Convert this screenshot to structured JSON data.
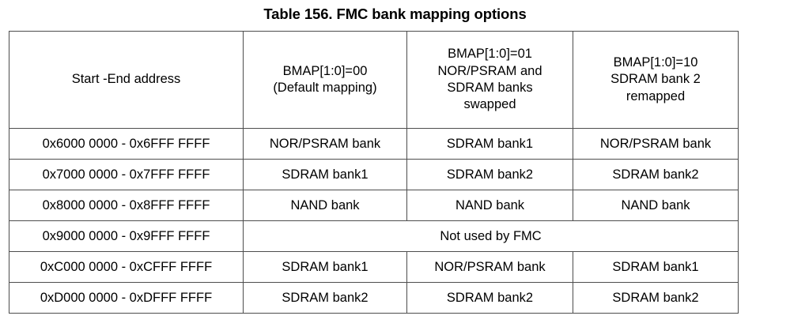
{
  "title": "Table 156. FMC bank mapping options",
  "table": {
    "headers": {
      "address": "Start -End address",
      "bmap00": "BMAP[1:0]=00\n(Default mapping)",
      "bmap00_line1": "BMAP[1:0]=00",
      "bmap00_line2": "(Default mapping)",
      "bmap01_line1": "BMAP[1:0]=01",
      "bmap01_line2": "NOR/PSRAM and",
      "bmap01_line3": "SDRAM banks",
      "bmap01_line4": "swapped",
      "bmap10_line1": "BMAP[1:0]=10",
      "bmap10_line2": "SDRAM bank 2",
      "bmap10_line3": "remapped"
    },
    "rows": [
      {
        "address": "0x6000 0000 - 0x6FFF FFFF",
        "bmap00": "NOR/PSRAM bank",
        "bmap01": "SDRAM bank1",
        "bmap10": "NOR/PSRAM bank"
      },
      {
        "address": "0x7000 0000 - 0x7FFF FFFF",
        "bmap00": "SDRAM bank1",
        "bmap01": "SDRAM bank2",
        "bmap10": "SDRAM bank2"
      },
      {
        "address": "0x8000 0000 - 0x8FFF FFFF",
        "bmap00": "NAND bank",
        "bmap01": "NAND bank",
        "bmap10": "NAND bank"
      },
      {
        "address": "0x9000 0000 - 0x9FFF FFFF",
        "merged": "Not used by FMC"
      },
      {
        "address": "0xC000 0000 - 0xCFFF FFFF",
        "bmap00": "SDRAM bank1",
        "bmap01": "NOR/PSRAM bank",
        "bmap10": "SDRAM bank1"
      },
      {
        "address": "0xD000 0000 - 0xDFFF FFFF",
        "bmap00": "SDRAM bank2",
        "bmap01": "SDRAM bank2",
        "bmap10": "SDRAM bank2"
      }
    ]
  },
  "colors": {
    "text": "#000000",
    "grid": "#4d4d4d",
    "frame": "#3a3a3a",
    "header_rule": "#000000",
    "background": "#ffffff"
  }
}
